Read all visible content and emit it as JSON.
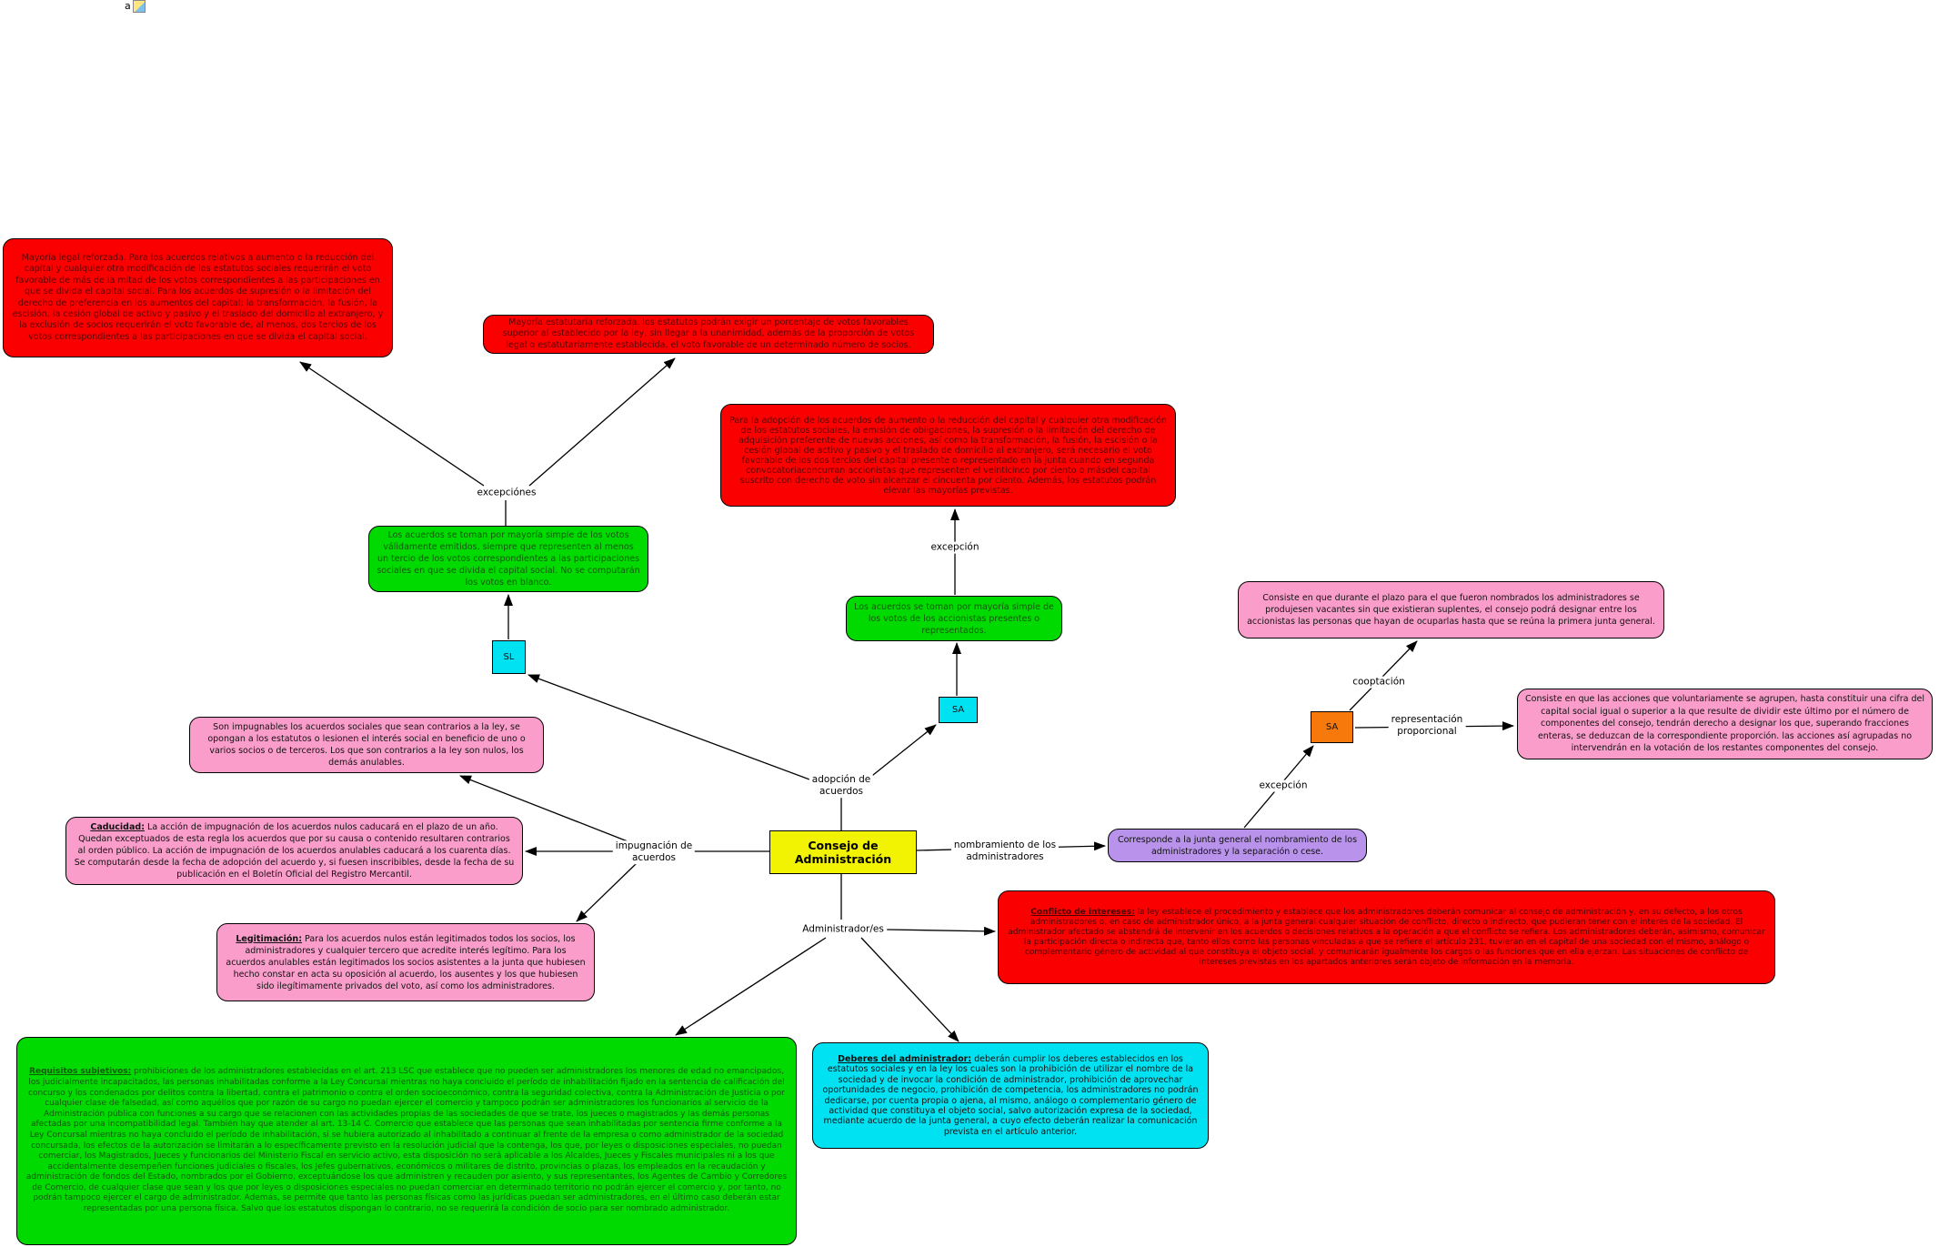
{
  "artifact": {
    "text": "a"
  },
  "labels": {
    "excepciones": "excepciónes",
    "excepcion_sa_junta": "excepción",
    "adopcion": "adopción de\nacuerdos",
    "impugnacion": "impugnación de\nacuerdos",
    "nombramiento": "nombramiento de los\nadministradores",
    "administradores": "Administrador/es",
    "cooptacion": "cooptación",
    "representacion": "representación\nproporcional",
    "excepcion_consejo": "excepción"
  },
  "nodes": {
    "consejo": {
      "label": "Consejo de Administración"
    },
    "sl": {
      "label": "SL"
    },
    "sa_junta": {
      "label": "SA"
    },
    "sa_consejo": {
      "label": "SA"
    },
    "mayoria_legal": {
      "text": "Mayoría legal reforzada. Para los acuerdos relativos a aumento o la reducción del capital y cualquier otra modificación de los estatutos sociales requerirán el voto favorable de más de la mitad de los votos correspondientes a las participaciones en que se divida el capital social. Para los acuerdos de supresión o la limitación del derecho de preferencia en los aumentos del capital; la transformación, la fusión, la escisión, la cesión global de activo y pasivo y el traslado del domicilio al extranjero, y la exclusión de socios requerirán el voto favorable de, al menos, dos tercios de los votos correspondientes a las participaciones en que se divida el capital social."
    },
    "mayoria_estatutaria": {
      "text": "Mayoría estatutaria reforzada. los estatutos podrán exigir un porcentaje de votos favorables superior al establecido por la ley, sin llegar a la unanimidad, además de la proporción de votos legal o estatutariamente establecida, el voto favorable de un determinado número de socios."
    },
    "mayoria_sa": {
      "text": "Para la adopción de los acuerdos de aumento o la reducción del capital y cualquier otra modificación de los estatutos sociales, la emisión de obligaciones, la supresión o la limitación del derecho de adquisición preferente de nuevas acciones, así como la transformación, la fusión, la escisión o la cesión global de activo y pasivo y el traslado de domicilio al extranjero, será necesario el voto favorable de los dos tercios del capital presente o representado en la junta cuando en segunda convocatoriaconcurran accionistas que representen el veinticinco por ciento o másdel capital suscrito con derecho de voto sin alcanzar el cincuenta por ciento. Además, los estatutos podrán elevar las mayorías previstas."
    },
    "regla_sl": {
      "text": "Los acuerdos se toman por mayoría simple de los votos válidamente emitidos, siempre que representen al menos un tercio de los votos correspondientes a las participaciones sociales en que se divida el capital social. No se computarán los votos en blanco."
    },
    "regla_sa": {
      "text": "Los acuerdos se toman por mayoría simple de los votos de los accionistas presentes o representados."
    },
    "cooptacion_def": {
      "text": "Consiste en que durante el plazo para el que fueron nombrados los administradores se produjesen vacantes sin que existieran suplentes, el consejo podrá designar entre los accionistas las personas que hayan de ocuparlas hasta que se reúna la primera junta general."
    },
    "representacion_def": {
      "text": "Consiste en que las acciones que voluntariamente se agrupen, hasta constituir una cifra del capital social igual o superior a la que resulte de dividir este último por el número de componentes del consejo, tendrán derecho a designar los que, superando fracciones enteras, se deduzcan de la correspondiente proporción. las acciones así agrupadas no intervendrán en la votación de los restantes componentes del consejo."
    },
    "impugnables": {
      "text": "Son impugnables los acuerdos sociales que sean contrarios a la ley, se opongan a los estatutos o lesionen el interés social en beneficio de uno o varios socios o de terceros. Los que son contrarios a la ley son nulos, los demás anulables."
    },
    "caducidad": {
      "heading": "Caducidad:",
      "body": " La acción de impugnación de los acuerdos nulos caducará en el plazo de un año. Quedan exceptuados de esta regla los acuerdos que por su causa o contenido resultaren contrarios al orden público. La acción de impugnación de los acuerdos anulables caducará a los cuarenta días. Se computarán desde la fecha de adopción del acuerdo y, si fuesen inscribibles, desde la fecha de su publicación en el Boletín Oficial del Registro Mercantil."
    },
    "nombramiento_def": {
      "text": "Corresponde a la junta general el nombramiento de los administradores y la separación o cese."
    },
    "conflicto": {
      "heading": "Conflicto de intereses:",
      "body": " la ley establece el procedimiento y establece que los administradores deberán comunicar al consejo de administración y, en su defecto, a los otros administradores o, en caso de administrador único, a la junta general cualquier situación de conflicto, directo o indirecto, que pudieran tener con el interés de la sociedad. El administrador afectado se abstendrá de intervenir en los acuerdos o decisiones relativos a la operación a que el conflicto se refiera. Los administradores deberán, asimismo, comunicar la participación directa o indirecta que, tanto ellos como las personas vinculadas a que se refiere el artículo 231, tuvieran en el capital de una sociedad con el mismo, análogo o complementario género de actividad al que constituya el objeto social, y comunicarán igualmente los cargos o las funciones que en ella ejerzan. Las situaciones de conflicto de intereses previstas en los apartados anteriores serán objeto de información en la memoria."
    },
    "legitimacion": {
      "heading": "Legitimación:",
      "body": " Para los acuerdos nulos están legitimados todos los socios, los administradores y cualquier tercero que acredite interés legítimo. Para los acuerdos anulables están legitimados los socios asistentes a la junta que hubiesen hecho constar en acta su oposición al acuerdo, los ausentes y los que hubiesen sido ilegítimamente privados del voto, así como los administradores."
    },
    "requisitos": {
      "heading": "Requisitos subjetivos:",
      "body": " prohibiciones de los administradores establecidas en el art. 213 LSC que establece que no pueden ser administradores los menores de edad no emancipados, los judicialmente incapacitados, las personas inhabilitadas conforme a la Ley Concursal mientras no haya concluido el período de inhabilitación fijado en la sentencia de calificación del concurso y los condenados por delitos contra la libertad, contra el patrimonio o contra el orden socioeconómico, contra la seguridad colectiva, contra la Administración de Justicia o por cualquier clase de falsedad, así como aquéllos que por razón de su cargo no puedan ejercer el comercio y tampoco podrán ser administradores los funcionarios al servicio de la Administración pública con funciones a su cargo que se relacionen con las actividades propias de las sociedades de que se trate, los jueces o magistrados y las demás personas afectadas por una incompatibilidad legal. También hay que atender al art. 13-14 C. Comercio que establece que las personas que sean inhabilitadas por sentencia firme conforme a la Ley Concursal mientras no haya concluido el período de inhabilitación, si se hubiera autorizado al inhabilitado a continuar al frente de la empresa o como administrador de la sociedad concursada, los efectos de la autorización se limitarán a lo específicamente previsto en la resolución judicial que la contenga, los que, por leyes o disposiciones especiales, no puedan comerciar, los Magistrados, Jueces y funcionarios del Ministerio Fiscal en servicio activo, esta disposición no será aplicable a los Alcaldes, Jueces y Fiscales municipales ni a los que accidentalmente desempeñen funciones judiciales o fiscales, los Jefes gubernativos, económicos o militares de distrito, provincias o plazas, los empleados en la recaudación y administración de fondos del Estado, nombrados por el Gobierno, exceptuándose los que administren y recauden por asiento, y sus representantes, los Agentes de Cambio y Corredores de Comercio, de cualquier clase que sean y los que por leyes o disposiciones especiales no puedan comerciar en determinado territorio no podrán ejercer el comercio y, por tanto, no podrán tampoco ejercer el cargo de administrador. Además, se permite que tanto las personas físicas como las jurídicas puedan ser administradores, en el último caso deberán estar representadas por una persona física. Salvo que los estatutos dispongan lo contrario, no se requerirá la condición de socio para ser nombrado administrador."
    },
    "deberes": {
      "heading": "Deberes del administrador:",
      "body": " deberán cumplir los deberes establecidos en los estatutos sociales y en la ley los cuales son la prohibición de utilizar el nombre de la sociedad y de invocar la condición de administrador, prohibición de aprovechar oportunidades de negocio, prohibición de competencia, los administradores no podrán dedicarse, por cuenta propia o ajena, al mismo, análogo o complementario género de actividad que constituya el objeto social, salvo autorización expresa de la sociedad, mediante acuerdo de la junta general, a cuyo efecto deberán realizar la comunicación prevista en el artículo anterior."
    }
  },
  "colors": {
    "red": "#fb0000",
    "green": "#00da00",
    "pink": "#fb9dcb",
    "cyan": "#00e1f1",
    "purple": "#b992ec",
    "yellow": "#f2f203",
    "orange": "#f7790b",
    "line": "#000000"
  }
}
